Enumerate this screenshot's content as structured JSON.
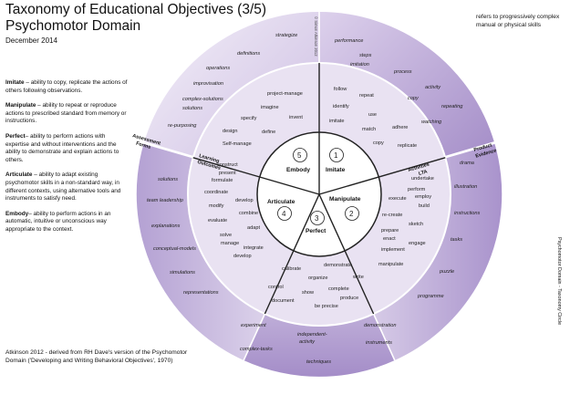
{
  "header": {
    "title_line1": "Taxonomy of Educational Objectives (3/5)",
    "title_line2": "Psychomotor Domain",
    "date": "December 2014",
    "refers": "refers to progressively complex manual or physical skills"
  },
  "definitions": [
    {
      "term": "Imitate",
      "text": " – ability to copy, replicate the actions of others following observations."
    },
    {
      "term": "Manipulate",
      "text": " – ability to repeat or reproduce actions to prescribed standard from memory or instructions."
    },
    {
      "term": "Perfect",
      "text": "– ability to perform actions with expertise and without interventions and the ability to demonstrate and explain actions to others."
    },
    {
      "term": "Articulate",
      "text": " – ability to adapt existing psychomotor skills in a non-standard way, in different contexts, using alternative tools and instruments to satisfy need."
    },
    {
      "term": "Embody",
      "text": "– ability to perform actions in an automatic, intuitive or unconscious way appropriate to the context."
    }
  ],
  "credit": "Atkinson 2012 - derived from RH Dave's version of the Psychomotor Domain ('Developing and Writing Behavioral Objectives', 1970)",
  "side_credit": "Psychomotor Domain - Taxonomy Circle",
  "vertical_copyright": "© Simon Atkinson 2012",
  "ring_labels": {
    "learning_outcomes_1": "Learning",
    "learning_outcomes_2": "Outcomes",
    "assessment_forms_1": "Assessment",
    "assessment_forms_2": "Forms",
    "activities_1": "Activities",
    "activities_2": "LTA",
    "product_evidence_1": "Product",
    "product_evidence_2": "Evidence"
  },
  "levels": [
    {
      "num": "1",
      "name": "Imitate"
    },
    {
      "num": "2",
      "name": "Manipulate"
    },
    {
      "num": "3",
      "name": "Perfect"
    },
    {
      "num": "4",
      "name": "Articulate"
    },
    {
      "num": "5",
      "name": "Embody"
    }
  ],
  "verbs": {
    "imitate": [
      "follow",
      "repeat",
      "identify",
      "use",
      "imitate",
      "match",
      "adhere",
      "copy",
      "replicate"
    ],
    "manipulate": [
      "undertake",
      "perform",
      "employ",
      "execute",
      "build",
      "re-create",
      "sketch",
      "prepare",
      "enact",
      "engage",
      "implement",
      "manipulate"
    ],
    "perfect": [
      "calibrate",
      "demonstrate",
      "organize",
      "write",
      "control",
      "show",
      "complete",
      "document",
      "produce",
      "be precise"
    ],
    "articulate": [
      "construct",
      "present",
      "formulate",
      "coordinate",
      "develop",
      "modify",
      "combine",
      "evaluate",
      "adapt",
      "solve",
      "manage",
      "integrate",
      "develop"
    ],
    "embody": [
      "project-manage",
      "imagine",
      "specify",
      "invent",
      "design",
      "define",
      "Self-manage"
    ]
  },
  "outer": {
    "top_left": [
      "strategize",
      "definitions",
      "operations",
      "improvisation",
      "complex-solutions",
      "re-purposing"
    ],
    "top_right": [
      "performance",
      "steps",
      "imitation",
      "process",
      "activity",
      "copy",
      "repeating",
      "watching"
    ],
    "right": [
      "drama",
      "illustration",
      "instructions",
      "tasks",
      "puzzle",
      "programme"
    ],
    "left": [
      "solutions",
      "team leadership",
      "explanations",
      "conceptual-models",
      "simulations",
      "representations"
    ],
    "bottom": [
      "experiment",
      "demonstration",
      "independent-",
      "activity",
      "instruments",
      "complex-tasks",
      "techniques"
    ]
  },
  "colors": {
    "outer_light": "#f2eef8",
    "outer_mid": "#cdbfe2",
    "outer_dark": "#9e86c4",
    "middle": "#e9e2f2",
    "inner": "#ffffff",
    "lines": "#ffffff",
    "spokes": "#222222"
  }
}
